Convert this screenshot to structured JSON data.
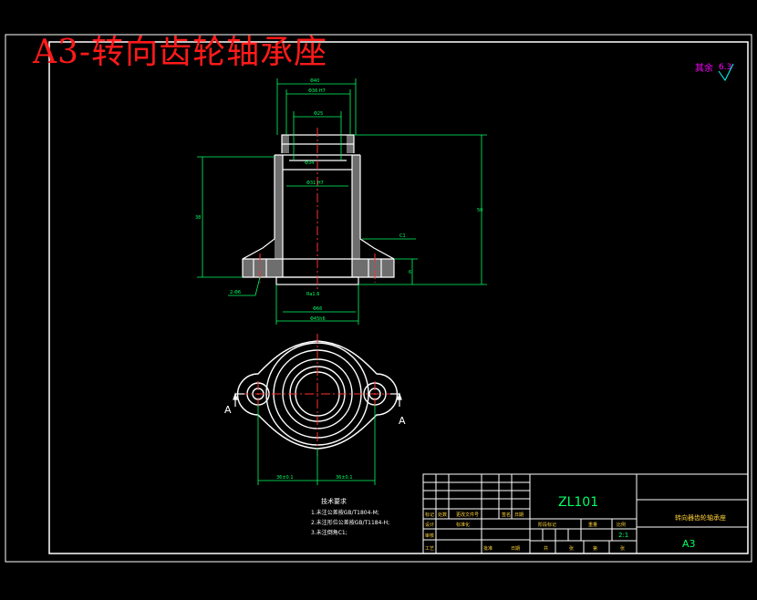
{
  "title": "A3-转向齿轮轴承座",
  "roughness": {
    "label": "其余",
    "value": "6.3"
  },
  "section_marks": {
    "left": "A",
    "right": "A"
  },
  "tech_requirements": {
    "heading": "技术要求",
    "items": [
      "1.未注公差按GB/T1804-M;",
      "2.未注形位公差按GB/T1184-H;",
      "3.未注倒角C1;"
    ]
  },
  "title_block": {
    "drawing_no": "ZL101",
    "part_name": "转向器齿轮轴承座",
    "sheet_size": "A3",
    "scale": "2:1",
    "rev_headers": [
      "标记",
      "处数",
      "更改文件号",
      "签名",
      "日期"
    ],
    "sign_rows": [
      "设计",
      "审核",
      "工艺"
    ],
    "standardization": "标准化",
    "approve": "批准",
    "date_label": "日期",
    "stage_headers": [
      "阶段标记",
      "重量",
      "比例"
    ],
    "sheet_labels": [
      "共",
      "张",
      "第",
      "张"
    ]
  },
  "dims": {
    "top_outer": "Φ40",
    "top_bore": "Φ36 H7",
    "inner_small": "Φ25",
    "bore_mid": "Φ31 H7",
    "groove": "Φ34",
    "flange_od": "Φ66",
    "bottom_od": "Φ45h6",
    "height_left": "38",
    "height_right": "50",
    "flange_thk": "6",
    "chamfer": "C1",
    "hole": "2-Φ6",
    "center_dist_l": "36±0.1",
    "center_dist_r": "36±0.1",
    "bottom_face": "Ra1.6"
  }
}
